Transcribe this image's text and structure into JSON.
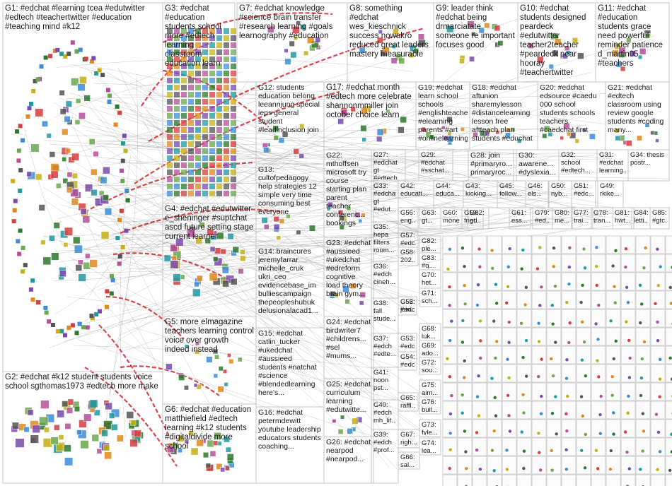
{
  "colors": {
    "edge": "#9a9a9a",
    "edge_strong": "#d0191b",
    "grid_line": "#c6c6c6",
    "node_palette": [
      "#3c8cd8",
      "#2c7a2c",
      "#d43f3f",
      "#e08a1e",
      "#7a4bb0",
      "#1f9aa0",
      "#c5b016",
      "#555555",
      "#b44f99",
      "#6aa84f"
    ]
  },
  "groups": [
    {
      "id": "G1",
      "label": "G1: #edchat #learning tcea #edutwitter #edtech #teachertwitter #education #teaching mind #k12"
    },
    {
      "id": "G2",
      "label": "G2: #edchat #k12 student students voice school sgthomas1973 #edtech more make"
    },
    {
      "id": "G3",
      "label": "G3: #edchat #education students school more #edtech learning classroom education learn"
    },
    {
      "id": "G4",
      "label": "G4: #edchat #edutwitter e_sheninger #suptchat ascd future setting stage current learner"
    },
    {
      "id": "G5",
      "label": "G5: more elmagazine teachers learning control voice over growth indeed instead"
    },
    {
      "id": "G6",
      "label": "G6: #edchat #education matthiefield #edtech learning #k12 students #digitaldivide more school"
    },
    {
      "id": "G7",
      "label": "G7: #edchat knowledge #science brain transfer #research learning #goals learnography #education"
    },
    {
      "id": "G8",
      "label": "G8: something #edchat wes_kieschnick success nowakro reduced great leaders mastery measurable"
    },
    {
      "id": "G9",
      "label": "G9: leader think #edchat being drmarciatate someone re important focuses good"
    },
    {
      "id": "G10",
      "label": "G10: #edchat students designed peardeck #edutwitter teacher2teacher #peardeck pear hooray #teachertwitter"
    },
    {
      "id": "G11",
      "label": "G11: #edchat #education students grace need powerful reminder patience d_martin05 #teachers"
    },
    {
      "id": "G12",
      "label": "G12: students education belong leeannjung special ieps general student #leadinclusion join"
    },
    {
      "id": "G13",
      "label": "G13: cultofpedagogy help strategies 12 simple very time consuming best everyone"
    },
    {
      "id": "G14",
      "label": "G14: braincures jeremyfarrar michelle_cruk ukri_ceo evidencebase_im bulliescampaign thepeopleshubuk delusionalacad1..."
    },
    {
      "id": "G15",
      "label": "G15: #edchat catlin_tucker #ukedchat #aussieed students #natchat #science #blendedlearning here's..."
    },
    {
      "id": "G16",
      "label": "G16: #edchat petermdewitt youtube leadership educators students coaching..."
    },
    {
      "id": "G17",
      "label": "G17: #edchat month #edtech more celebrate shannonmmiller join october choice learn"
    },
    {
      "id": "G18",
      "label": "G18: #edchat aftunion sharemylesson #distancelearning lesson free aftteach plan students #educhat"
    },
    {
      "id": "G19",
      "label": "G19: #edchat learn school schools #englishteacher #elearning parents #art #onlinelearning..."
    },
    {
      "id": "G20",
      "label": "G20: #edchat edsource #caedu 000 school students schools teachers #caedchat first"
    },
    {
      "id": "G21",
      "label": "G21: #edchat #edtech classroom using review google students #coding many..."
    },
    {
      "id": "G22",
      "label": "G22: mthoffsen microsoft try course starting plan parent teacher conferenc... bookings"
    },
    {
      "id": "G23",
      "label": "G23: #edchat #aussieed #ukedchat #edreform cognitive load theory brain gym..."
    },
    {
      "id": "G24",
      "label": "G24: #edchat birdwriter7 #childrens... #sel #mums..."
    },
    {
      "id": "G25",
      "label": "G25: #edchat curriculum learning #edutwitte..."
    },
    {
      "id": "G26",
      "label": "G26: #edchat nearpod #nearpod..."
    },
    {
      "id": "G27",
      "label": "G27: #edchat gt #edtech..."
    },
    {
      "id": "G28",
      "label": "G28: join #primaryro... primaryroc..."
    },
    {
      "id": "G29",
      "label": "G29: #edchat #sschat..."
    },
    {
      "id": "G30",
      "label": "G30: awarene... #dyslexia..."
    },
    {
      "id": "G31",
      "label": "G31: #edchat learning..."
    },
    {
      "id": "G32",
      "label": "G32: school #edtech..."
    },
    {
      "id": "G33",
      "label": "G33: #edchat gt #edut..."
    },
    {
      "id": "G34",
      "label": "G34: thesis postr..."
    },
    {
      "id": "G35",
      "label": "G35: hepa filters room..."
    },
    {
      "id": "G36",
      "label": "G36: #edch cineh..."
    },
    {
      "id": "G37",
      "label": "G37: #edch #edte..."
    },
    {
      "id": "G38",
      "label": "G38: fall stude..."
    },
    {
      "id": "G39",
      "label": "G39: #edch #prof..."
    },
    {
      "id": "G40",
      "label": "G40: #edch mh_lit..."
    },
    {
      "id": "G41",
      "label": "G41: noon pst..."
    },
    {
      "id": "G42",
      "label": "G42: educati..."
    },
    {
      "id": "G43",
      "label": "G43: kicking..."
    },
    {
      "id": "G44",
      "label": "G44: educa..."
    },
    {
      "id": "G45",
      "label": "G45: follow..."
    },
    {
      "id": "G46",
      "label": "G46: els..."
    },
    {
      "id": "G49",
      "label": "G49: rkike..."
    },
    {
      "id": "G50",
      "label": "G50: nyb..."
    },
    {
      "id": "G51",
      "label": "G51: #edc..."
    },
    {
      "id": "G52",
      "label": "G52: #edc..."
    },
    {
      "id": "G53",
      "label": "G53: #edc..."
    },
    {
      "id": "G54",
      "label": "G54: #edc..."
    },
    {
      "id": "G55",
      "label": "G55: join..."
    },
    {
      "id": "G56",
      "label": "G56: eng..."
    },
    {
      "id": "G57",
      "label": "G57: #edc..."
    },
    {
      "id": "G58",
      "label": "G58: 202..."
    },
    {
      "id": "G59",
      "label": "G59: fried..."
    },
    {
      "id": "G60",
      "label": "G60: mone..."
    },
    {
      "id": "G61",
      "label": "G61: ess..."
    },
    {
      "id": "G62",
      "label": "G62: gt..."
    },
    {
      "id": "G63",
      "label": "G63: gt..."
    },
    {
      "id": "G65",
      "label": "G65: raffl..."
    },
    {
      "id": "G66",
      "label": "G66: sal..."
    },
    {
      "id": "G67",
      "label": "G67: righ..."
    },
    {
      "id": "G68",
      "label": "G68: luk..."
    },
    {
      "id": "G69",
      "label": "G69: ado..."
    },
    {
      "id": "G70",
      "label": "G70: het..."
    },
    {
      "id": "G71",
      "label": "G71: sch..."
    },
    {
      "id": "G72",
      "label": "G72: sou..."
    },
    {
      "id": "G73",
      "label": "G73: fyle..."
    },
    {
      "id": "G74",
      "label": "G74: lea..."
    },
    {
      "id": "G75",
      "label": "G75: aim..."
    },
    {
      "id": "G76",
      "label": "G76: buil..."
    },
    {
      "id": "G77",
      "label": "G77: trai..."
    },
    {
      "id": "G78",
      "label": "G78: tran..."
    },
    {
      "id": "G79",
      "label": "G79: #ed..."
    },
    {
      "id": "G80",
      "label": "G80: me..."
    },
    {
      "id": "G81",
      "label": "G81: hwt..."
    },
    {
      "id": "G82",
      "label": "G82: ple..."
    },
    {
      "id": "G83",
      "label": "G83: #g..."
    },
    {
      "id": "G84",
      "label": "G84: letti..."
    },
    {
      "id": "G85",
      "label": "G85: #gtc..."
    }
  ]
}
